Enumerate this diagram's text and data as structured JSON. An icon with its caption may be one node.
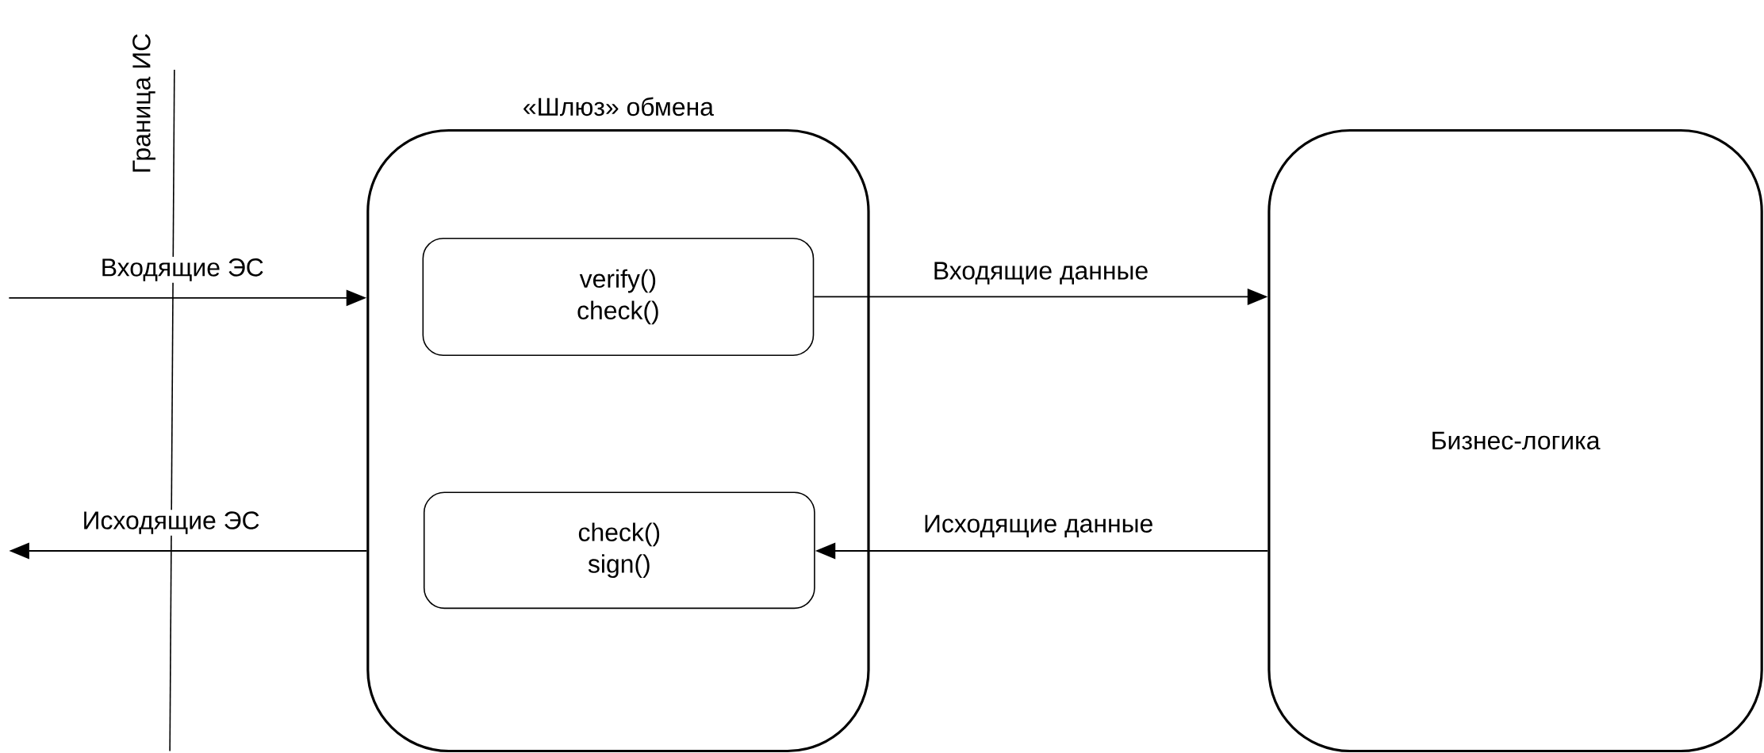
{
  "diagram": {
    "nodes": [
      {
        "text": [
          "«Шлюз» обмена"
        ]
      },
      {
        "text": [
          "verify() check()"
        ],
        "in": 0
      },
      {
        "text": [
          "check() sign()"
        ],
        "in": 0
      },
      {
        "text": [
          "Бизнес-логика"
        ]
      }
    ],
    "edges": [
      {
        "from": null,
        "to": 0,
        "arrow": "to",
        "label": "Входящие ЭС"
      },
      {
        "from": 1,
        "to": 3,
        "arrow": "to",
        "label": "Входящие данные"
      },
      {
        "from": 3,
        "to": 2,
        "arrow": "to",
        "label": "Исходящие данные"
      },
      {
        "from": 0,
        "to": null,
        "arrow": "to",
        "label": "Исходящие ЭС"
      }
    ],
    "labels": [
      "Граница ИС"
    ]
  }
}
